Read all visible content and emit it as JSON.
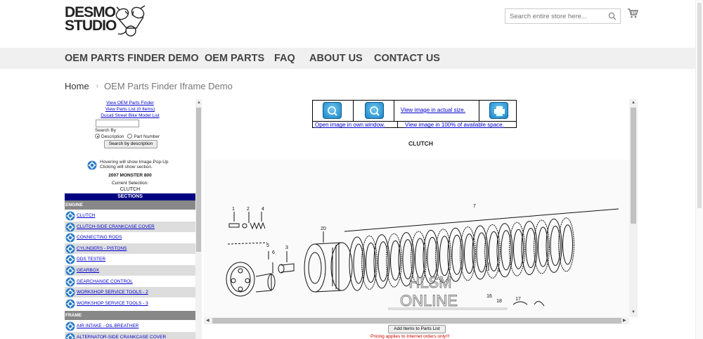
{
  "header": {
    "logo_text_line1": "DESMO",
    "logo_text_line2": "STUDIO",
    "search_placeholder": "Search entire store here...",
    "search_icon": "search-icon",
    "cart_icon": "cart-icon"
  },
  "nav": {
    "items": [
      "OEM PARTS FINDER DEMO",
      "OEM PARTS",
      "FAQ",
      "ABOUT US",
      "CONTACT US"
    ]
  },
  "breadcrumb": {
    "home": "Home",
    "current": "OEM Parts Finder Iframe Demo"
  },
  "left": {
    "links": [
      "View OEM Parts Finder",
      "View Parts List (0 Items)",
      "Ducati Street Bike Model List"
    ],
    "search_by": "Search By",
    "opt_description": "Description",
    "opt_part_number": "Part Number",
    "search_button": "Search by description",
    "hover_note_1": "Hovering will show Image Pop-Up",
    "hover_note_2": "Clicking will show section.",
    "model": "2007 MONSTER 800",
    "current_selection_label": "Current Selection:",
    "current_selection_value": "CLUTCH",
    "sections_header": "SECTIONS",
    "group_engine": "ENGINE",
    "engine_items": [
      "CLUTCH",
      "CLUTCH-SIDE CRANKCASE COVER",
      "CONNECTING RODS",
      "CYLINDERS - PISTONS",
      "DDS TESTER",
      "GEARBOX",
      "GEARCHANGE CONTROL",
      "WORKSHOP SERVICE TOOLS - 2",
      "WORKSHOP SERVICE TOOLS - 3"
    ],
    "group_frame": "FRAME",
    "frame_items": [
      "AIR INTAKE - OIL BREATHER",
      "ALTERNATOR-SIDE CRANKCASE COVER"
    ]
  },
  "viewer": {
    "open_window": "Open image in own window.",
    "actual_size": "View image in actual size.",
    "full_space": "View image in 100% of available space.",
    "title": "CLUTCH",
    "watermark_1": "HLSM",
    "watermark_2": "ONLINE",
    "callouts": [
      "1",
      "2",
      "4",
      "7",
      "20",
      "5",
      "3",
      "6",
      "16",
      "18",
      "17"
    ]
  },
  "footer": {
    "add_button": "Add Items to Parts List",
    "pricing_note": "Pricing applies to Internet orders only!!!"
  }
}
